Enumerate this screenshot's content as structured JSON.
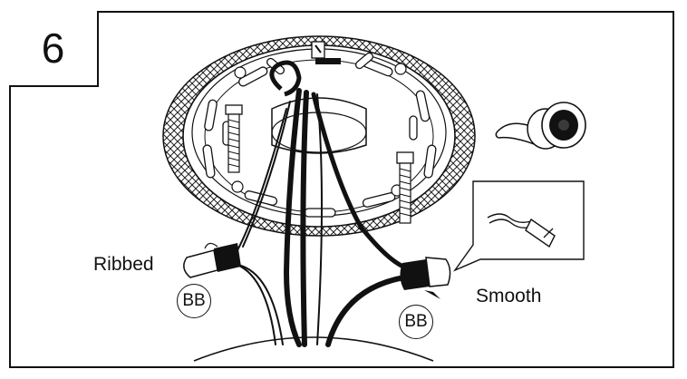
{
  "step": {
    "number": "6"
  },
  "labels": {
    "ribbed": "Ribbed",
    "smooth": "Smooth",
    "badge_left": "BB",
    "badge_right": "BB"
  }
}
